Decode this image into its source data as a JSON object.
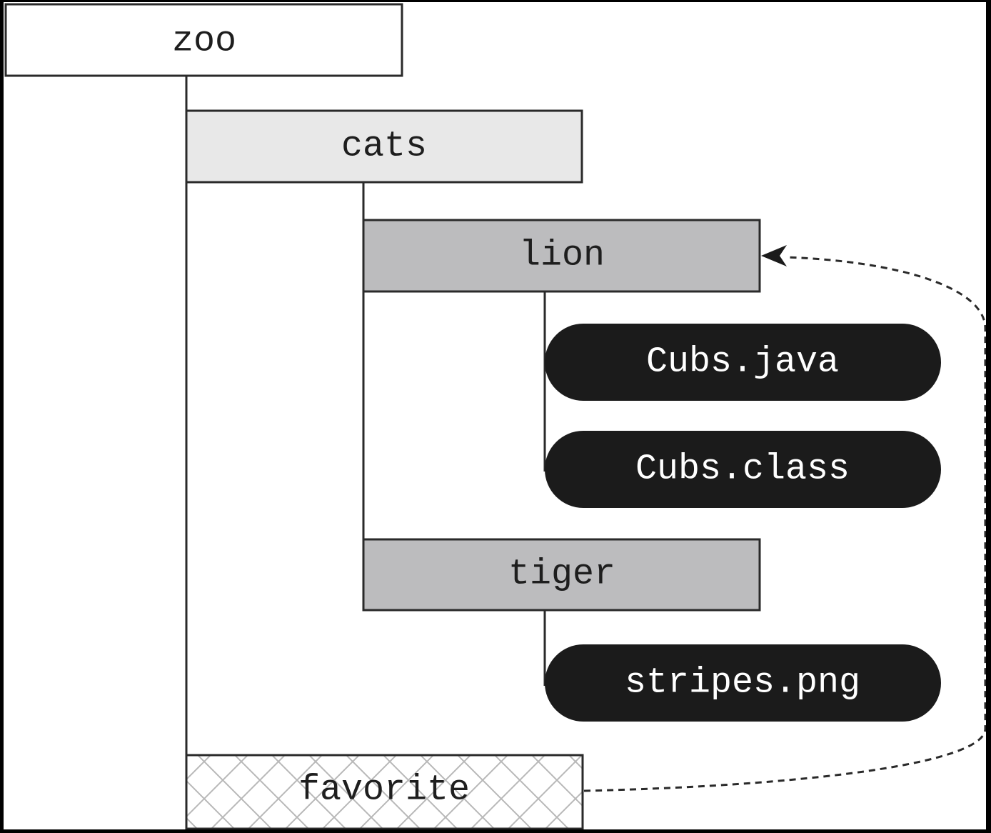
{
  "diagram": {
    "directories": {
      "zoo": "zoo",
      "cats": "cats",
      "lion": "lion",
      "tiger": "tiger"
    },
    "files": {
      "cubs_java": "Cubs.java",
      "cubs_class": "Cubs.class",
      "stripes_png": "stripes.png"
    },
    "symbolic_link": "favorite"
  },
  "colors": {
    "root_fill": "#ffffff",
    "level1_fill": "#e8e8e8",
    "level2_fill": "#bcbcbe",
    "file_fill": "#1b1b1b",
    "file_text": "#ffffff",
    "border": "#2a2a2a",
    "text": "#1e1e1e",
    "hatch": "#b8b8b8"
  }
}
